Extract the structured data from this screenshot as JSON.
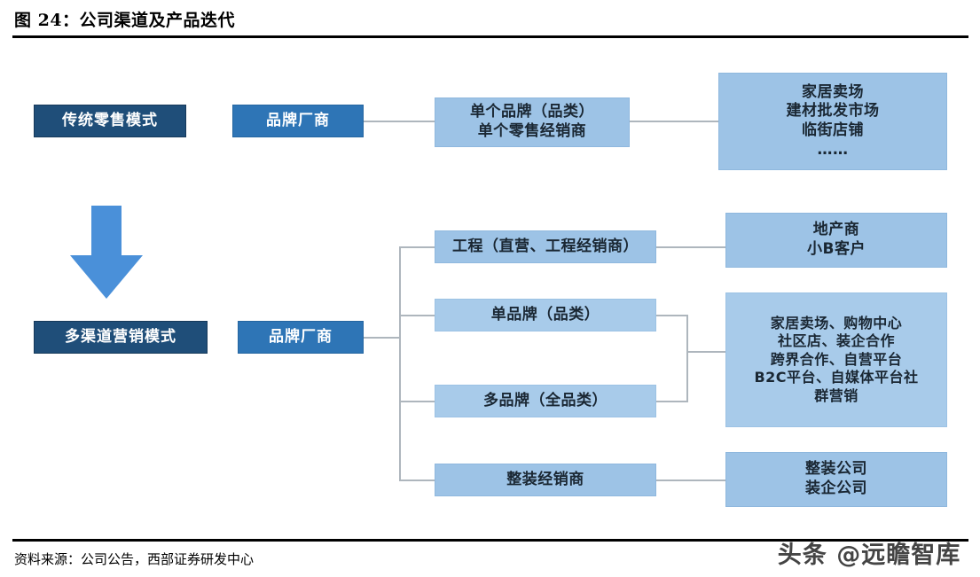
{
  "figure": {
    "title": "图 24：公司渠道及产品迭代",
    "source": "资料来源：公司公告，西部证券研发中心",
    "watermark": "头条 @远瞻智库"
  },
  "colors": {
    "dark_blue": "#1F4E79",
    "mid_blue": "#2E75B6",
    "light_blue": "#9DC3E6",
    "lighter_blue": "#A8CBEA",
    "connector": "#AEB6BD",
    "arrow": "#4A90D9",
    "rule": "#000000"
  },
  "diagram": {
    "traditional": {
      "mode_label": "传统零售模式",
      "manufacturer_label": "品牌厂商",
      "channel_label": "单个品牌（品类）\n单个零售经销商",
      "terminal_label": "家居卖场\n建材批发市场\n临街店铺\n……"
    },
    "arrow": {
      "name": "down-arrow",
      "direction": "down"
    },
    "multichannel": {
      "mode_label": "多渠道营销模式",
      "manufacturer_label": "品牌厂商",
      "branches": [
        {
          "channel_label": "工程（直营、工程经销商）",
          "terminal_label": "地产商\n小B客户"
        },
        {
          "channel_label": "单品牌（品类）",
          "terminal_label": "家居卖场、购物中心\n社区店、装企合作\n跨界合作、自营平台\nB2C平台、自媒体平台社\n群营销"
        },
        {
          "channel_label": "多品牌（全品类）",
          "terminal_label": ""
        },
        {
          "channel_label": "整装经销商",
          "terminal_label": "整装公司\n装企公司"
        }
      ]
    }
  }
}
